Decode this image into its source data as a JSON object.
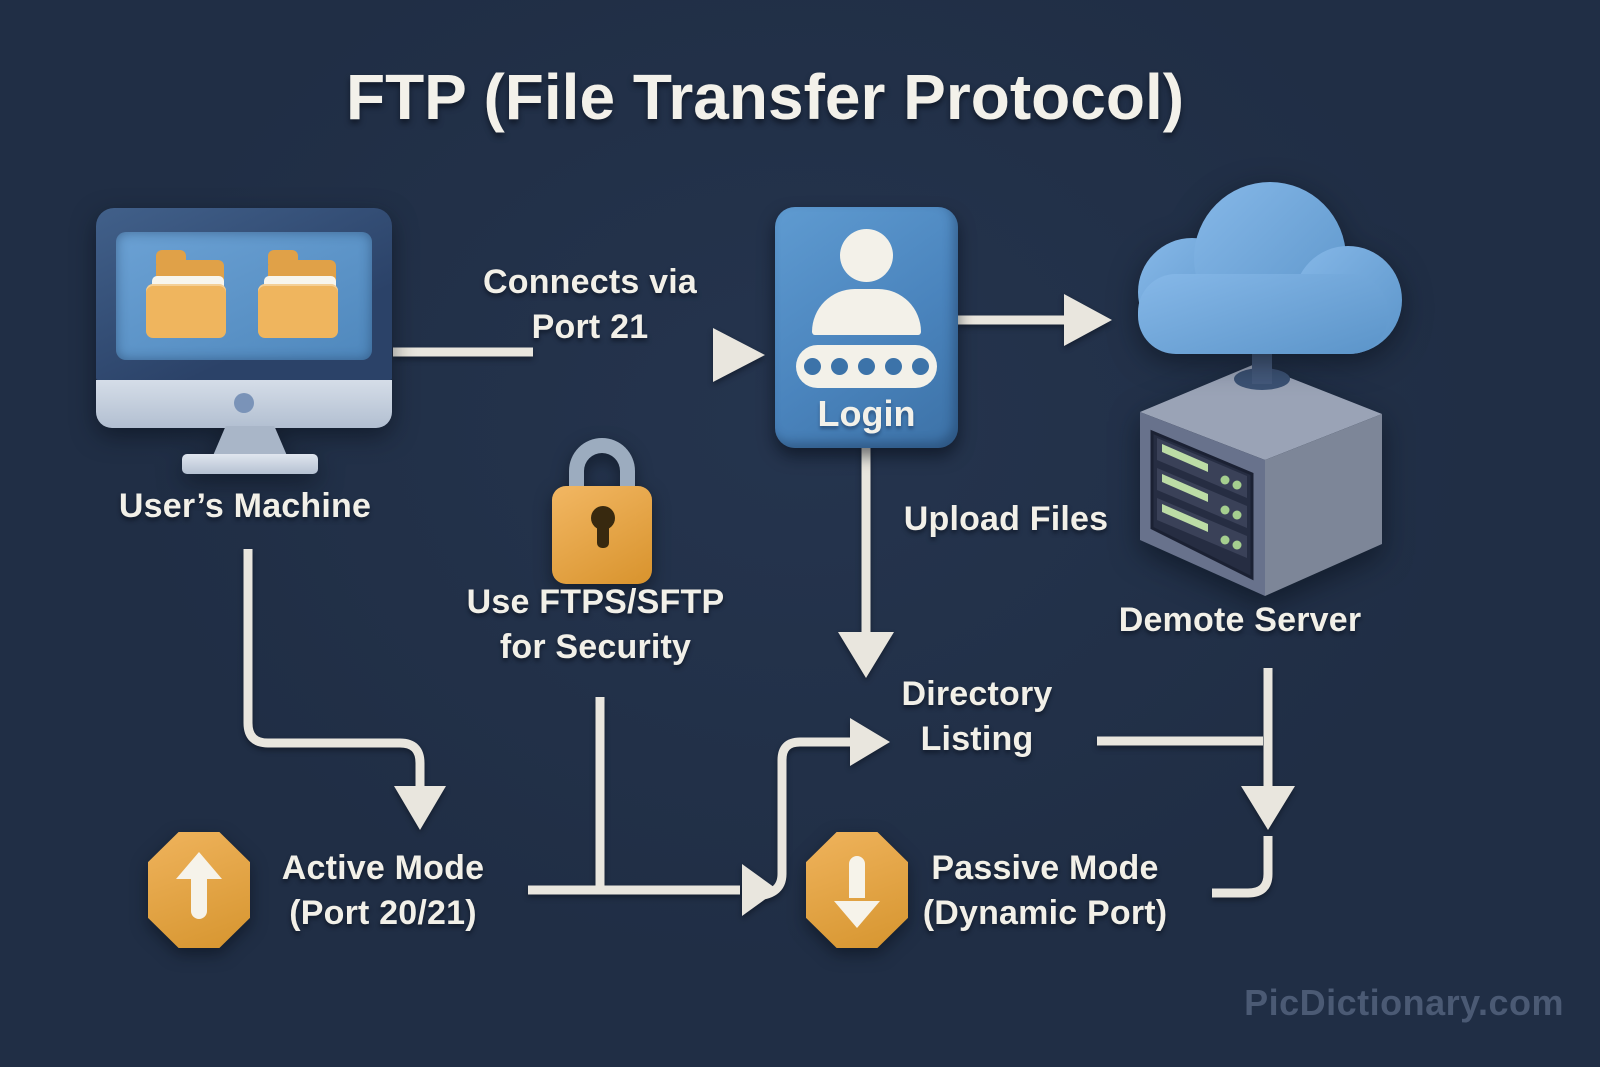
{
  "title": "FTP (File Transfer Protocol)",
  "watermark": "PicDictionary.com",
  "colors": {
    "background": "#202e45",
    "text": "#f2f0e8",
    "arrow": "#e9e6de",
    "login_blue": "#4a84bd",
    "screen_blue": "#5e95c9",
    "cloud_blue": "#73abdd",
    "orange": "#e3a24a",
    "folder_orange": "#eab05e",
    "server_gray": "#68728c",
    "led_green": "#bcdca6",
    "watermark_color": "#4b5a74"
  },
  "nodes": {
    "user_machine": {
      "label": "User’s Machine"
    },
    "login": {
      "label": "Login",
      "password_dot_count": 5
    },
    "remote_server": {
      "label": "Demote Server"
    },
    "security": {
      "line1": "Use FTPS/SFTP",
      "line2": "for Security"
    },
    "directory_listing": {
      "line1": "Directory",
      "line2": "Listing"
    },
    "active_mode": {
      "line1": "Active Mode",
      "line2": "(Port 20/21)"
    },
    "passive_mode": {
      "line1": "Passive Mode",
      "line2": "(Dynamic Port)"
    }
  },
  "edges": {
    "connects": {
      "line1": "Connects via",
      "line2": "Port 21"
    },
    "upload": {
      "label": "Upload Files"
    }
  },
  "icons": [
    "monitor-icon",
    "folder-icon",
    "user-icon",
    "password-dots-icon",
    "lock-icon",
    "cloud-icon",
    "server-icon",
    "arrow-up-octagon-icon",
    "arrow-down-octagon-icon",
    "connector-arrows"
  ]
}
